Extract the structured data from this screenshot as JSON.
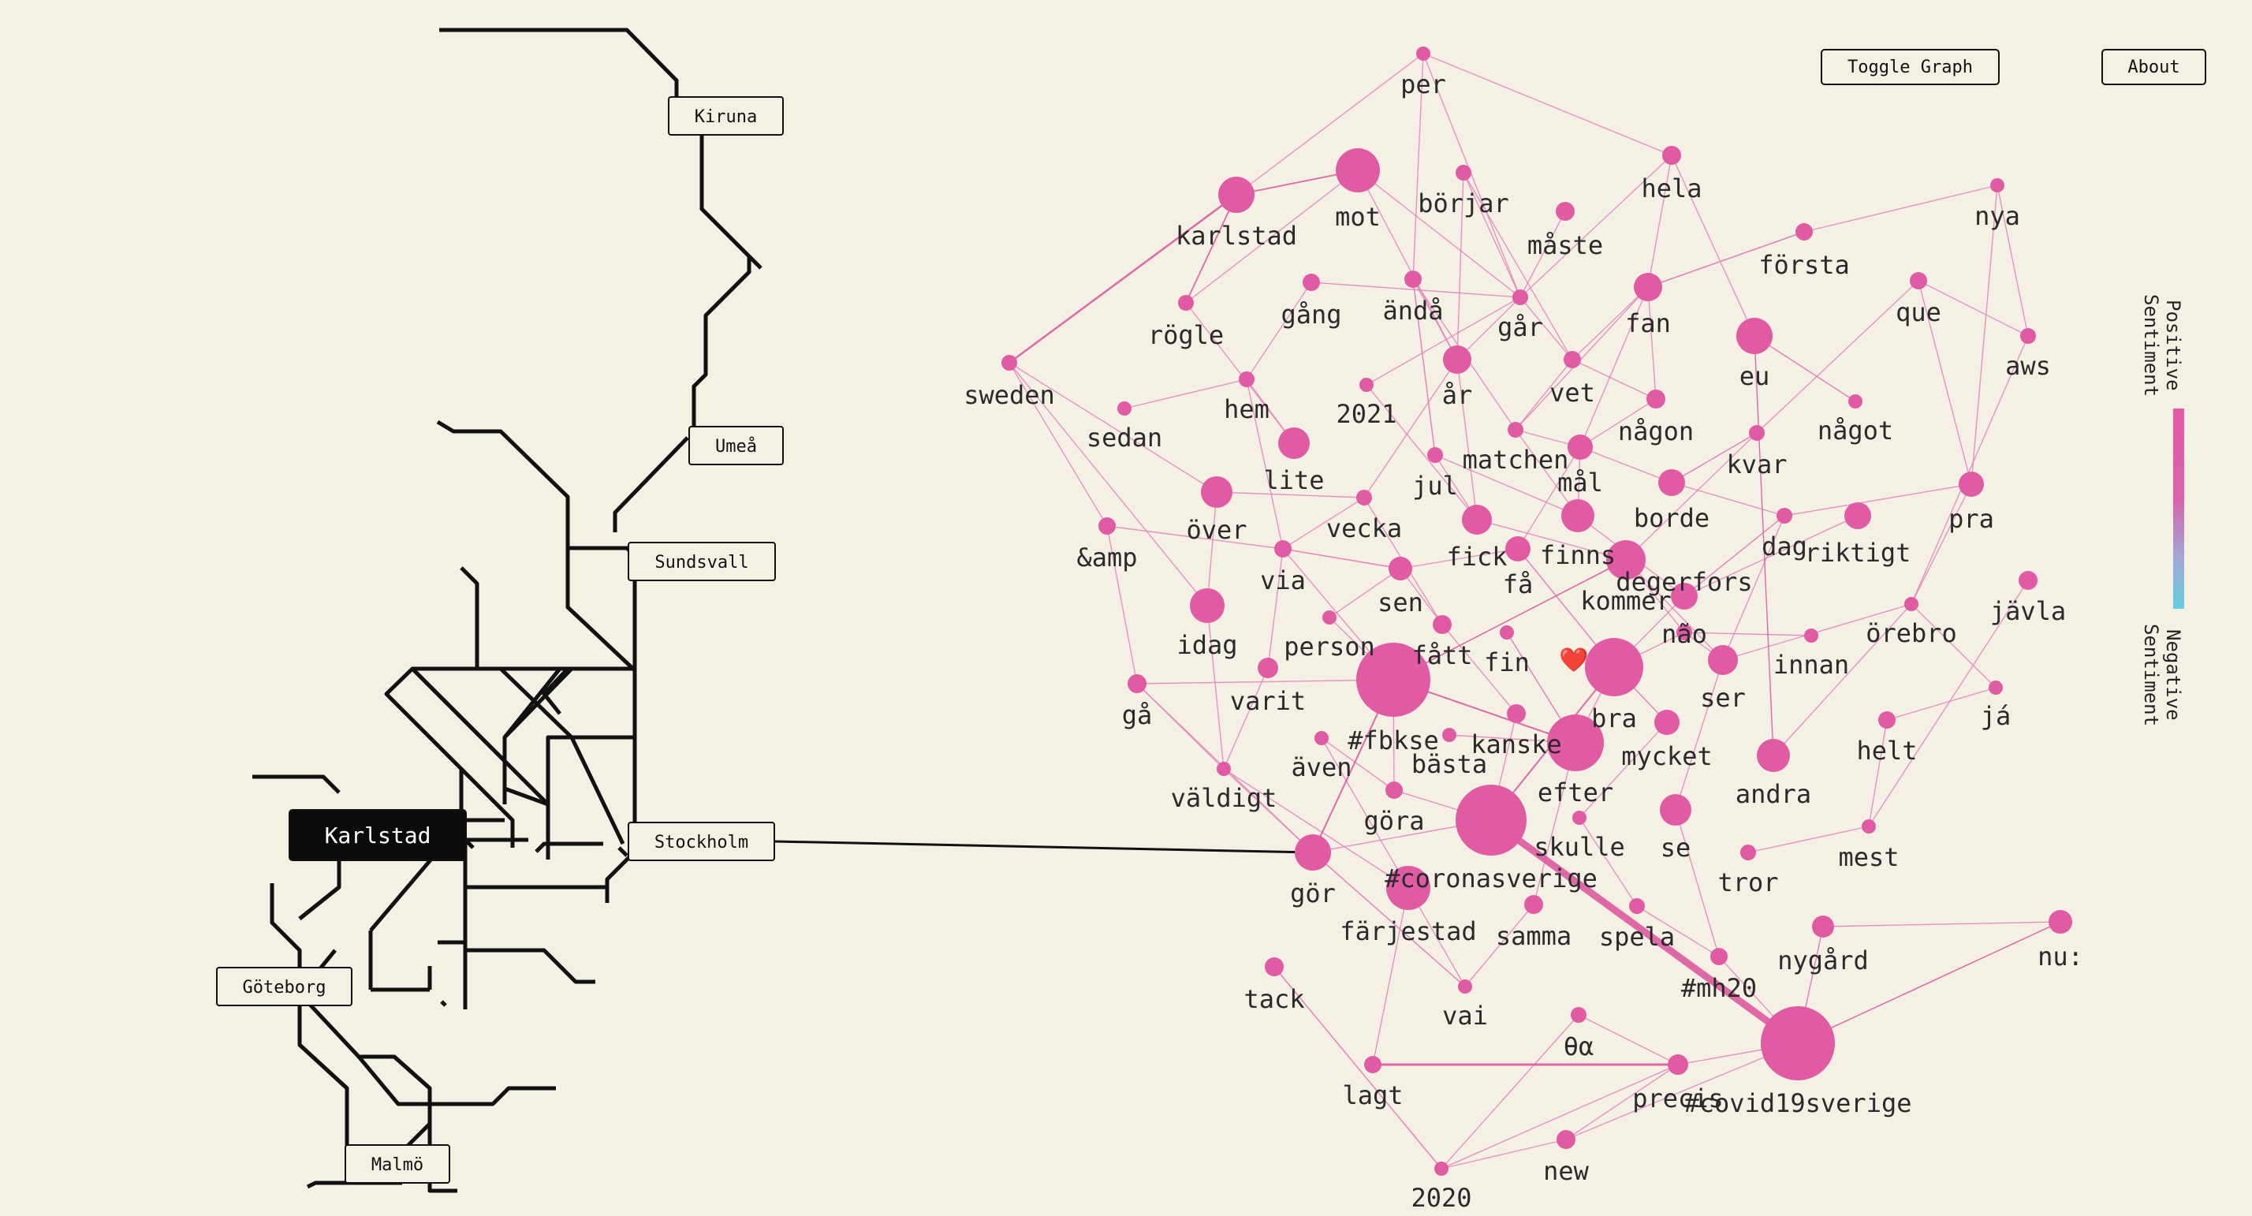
{
  "buttons": {
    "toggle_graph": "Toggle Graph",
    "about": "About"
  },
  "legend": {
    "positive": "Positive Sentiment",
    "negative": "Negative Sentiment"
  },
  "map": {
    "selected_city": "Karlstad",
    "cities": [
      "Kiruna",
      "Umeå",
      "Sundsvall",
      "Stockholm",
      "Karlstad",
      "Göteborg",
      "Malmö"
    ]
  },
  "graph": {
    "emoji": "❤️",
    "words": [
      "per",
      "hela",
      "nya",
      "mot",
      "karlstad",
      "börjar",
      "måste",
      "första",
      "que",
      "rögle",
      "gång",
      "ändå",
      "går",
      "fan",
      "eu",
      "aws",
      "sweden",
      "sedan",
      "hem",
      "2021",
      "år",
      "vet",
      "någon",
      "något",
      "lite",
      "jul",
      "matchen",
      "mål",
      "kvar",
      "pra",
      "över",
      "vecka",
      "borde",
      "&amp",
      "via",
      "fick",
      "få",
      "finns",
      "dag",
      "riktigt",
      "idag",
      "sen",
      "kommer",
      "degerfors",
      "jävla",
      "person",
      "fått",
      "fin",
      "não",
      "innan",
      "örebro",
      "gå",
      "varit",
      "bra",
      "ser",
      "já",
      "#fbkse",
      "kanske",
      "mycket",
      "helt",
      "även",
      "bästa",
      "efter",
      "andra",
      "väldigt",
      "göra",
      "skulle",
      "se",
      "mest",
      "gör",
      "#coronasverige",
      "tror",
      "färjestad",
      "samma",
      "spela",
      "nygård",
      "nu:",
      "tack",
      "#mh20",
      "vai",
      "θα",
      "lagt",
      "precis",
      "#covid19sverige",
      "new",
      "2020"
    ]
  },
  "colors": {
    "node": "#e05aa4",
    "edge": "#e482bb",
    "map_line": "#111111",
    "background": "#f4f1e4"
  }
}
